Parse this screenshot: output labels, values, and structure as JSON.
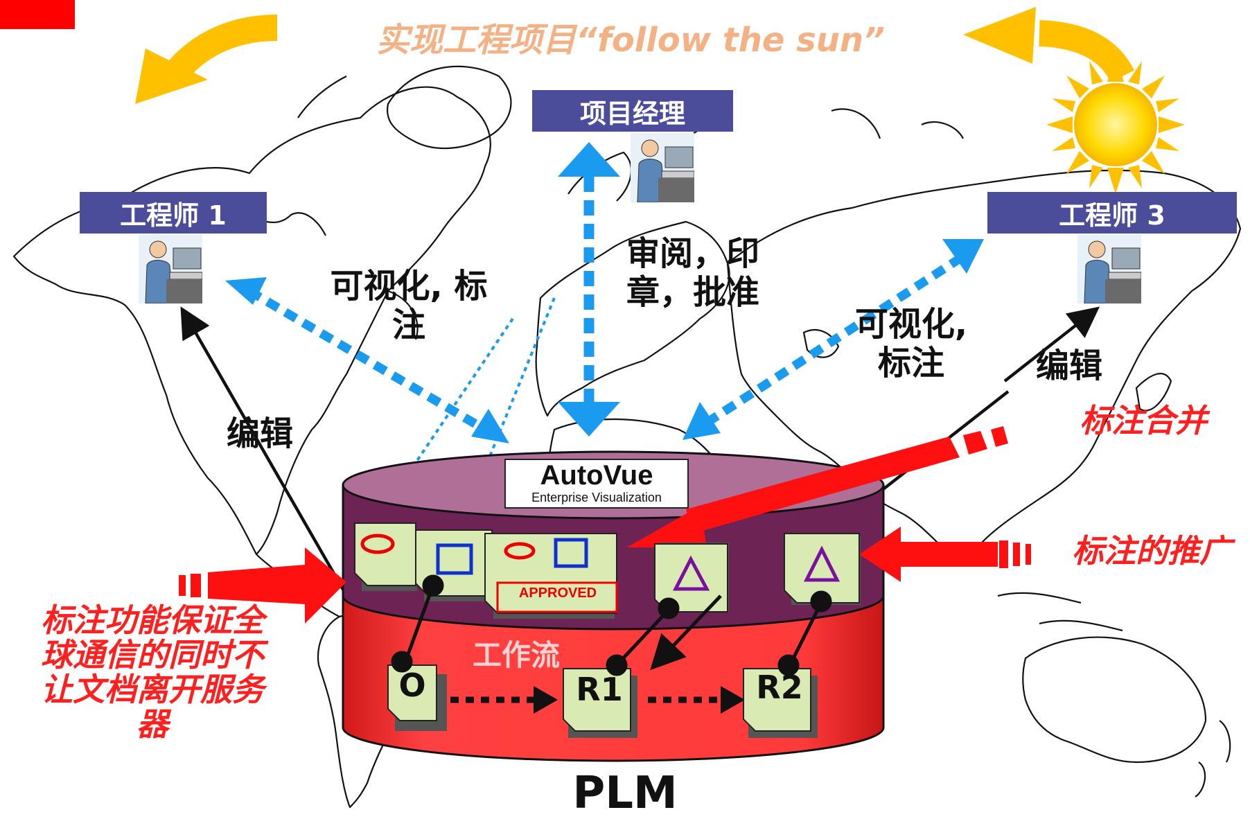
{
  "title": "实现工程项目“follow the sun”",
  "roles": {
    "pm": "项目经理",
    "eng1": "工程师 1",
    "eng3": "工程师 3"
  },
  "labels": {
    "vis_mark_left_l1": "可视化, 标",
    "vis_mark_left_l2": "注",
    "review_l1": "审阅，印",
    "review_l2": "章，批准",
    "vis_mark_right_l1": "可视化,",
    "vis_mark_right_l2": "标注",
    "edit_left": "编辑",
    "edit_right": "编辑",
    "markup_merge": "标注合并",
    "markup_promote": "标注的推广",
    "guarantee_l1": "标注功能保证全",
    "guarantee_l2": "球通信的同时不",
    "guarantee_l3": "让文档离开服务",
    "guarantee_l4": "器",
    "workflow": "工作流",
    "plm": "PLM"
  },
  "logo": {
    "name": "AutoVue",
    "sub": "Enterprise Visualization"
  },
  "docs": {
    "approved": "APPROVED",
    "o": "O",
    "r1": "R1",
    "r2": "R2"
  },
  "colors": {
    "role_bg": "#4b4d9b",
    "arrow_blue": "#1a9bef",
    "arrow_yellow": "#ffc000",
    "cyl_top": "#b06f96",
    "cyl_band": "#6d2455",
    "cyl_body": "#ff3333",
    "accent_red": "#ff1f1f",
    "note": "#d9eab3"
  }
}
